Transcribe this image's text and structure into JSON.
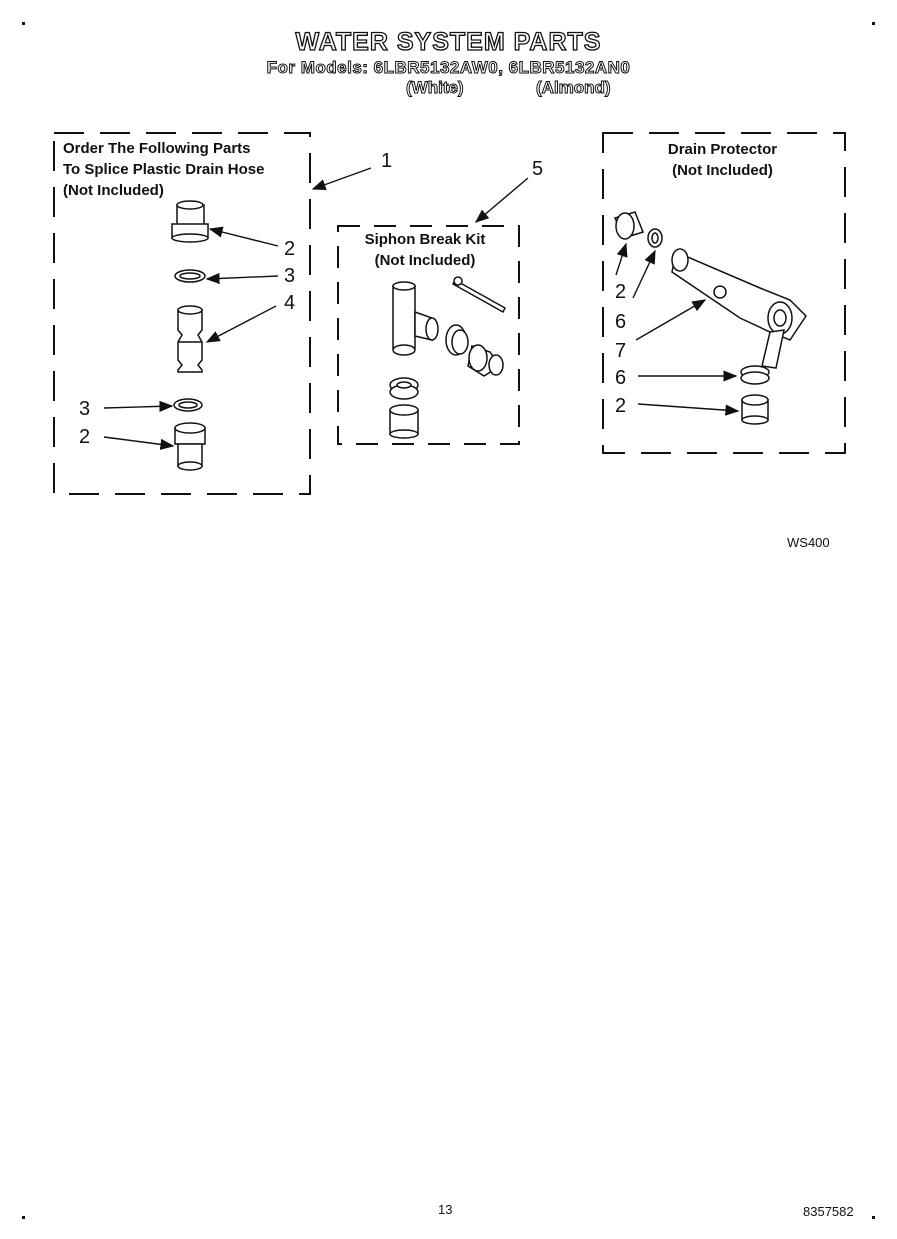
{
  "header": {
    "title": "WATER SYSTEM PARTS",
    "models_line": "For Models: 6LBR5132AW0, 6LBR5132AN0",
    "white": "(White)",
    "almond": "(Almond)"
  },
  "box_left": {
    "label_1": "Order The Following Parts",
    "label_2": "To Splice Plastic Drain Hose",
    "label_3": "(Not Included)"
  },
  "box_middle": {
    "label_1": "Siphon Break Kit",
    "label_2": "(Not Included)"
  },
  "box_right": {
    "label_1": "Drain Protector",
    "label_2": "(Not Included)"
  },
  "callouts": {
    "c1": "1",
    "c2a": "2",
    "c3a": "3",
    "c4": "4",
    "c3b": "3",
    "c2b": "2",
    "c5": "5",
    "r2a": "2",
    "r6a": "6",
    "r7": "7",
    "r6b": "6",
    "r2b": "2"
  },
  "footer": {
    "figure_code": "WS400",
    "page_number": "13",
    "doc_number": "8357582"
  }
}
